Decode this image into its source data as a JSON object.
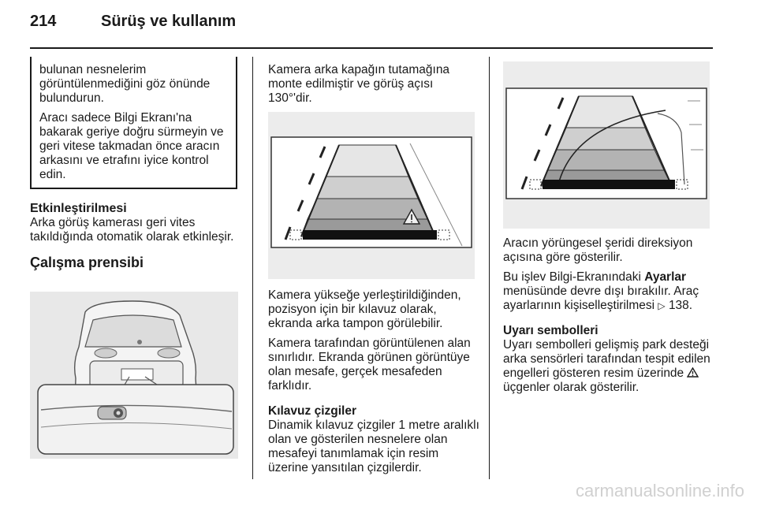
{
  "header": {
    "page_number": "214",
    "section_title": "Sürüş ve kullanım"
  },
  "col1": {
    "note": [
      "bulunan nesnelerim görüntülenmediğini göz önünde bulundurun.",
      "Aracı sadece Bilgi Ekranı'na bakarak geriye doğru sürmeyin ve geri vitese takmadan önce aracın arkasını ve etrafını iyice kontrol edin."
    ],
    "activation_heading": "Etkinleştirilmesi",
    "activation_text": "Arka görüş kamerası geri vites takıldığında otomatik olarak etkinleşir.",
    "principle_heading": "Çalışma prensibi"
  },
  "col2": {
    "intro": "Kamera arka kapağın tutamağına monte edilmiştir ve görüş açısı 130°'dir.",
    "p1": "Kamera yükseğe yerleştirildiğinden, pozisyon için bir kılavuz olarak, ekranda arka tampon görülebilir.",
    "p2": "Kamera tarafından görüntülenen alan sınırlıdır. Ekranda görünen görüntüye olan mesafe, gerçek mesafeden farklıdır.",
    "guide_heading": "Kılavuz çizgiler",
    "guide_text": "Dinamik kılavuz çizgiler 1 metre aralıklı olan ve gösterilen nesnelere olan mesafeyi tanımlamak için resim üzerine yansıtılan çizgilerdir."
  },
  "col3": {
    "p1": "Aracın yörüngesel şeridi direksiyon açısına göre gösterilir.",
    "p2_before": "Bu işlev Bilgi-Ekranındaki ",
    "p2_bold": "Ayarlar",
    "p2_after": " menüsünde devre dışı bırakılır. Araç ayarlarının kişiselleştirilmesi ",
    "p2_ref": "138.",
    "warn_heading": "Uyarı sembolleri",
    "warn_before": "Uyarı sembolleri gelişmiş park desteği arka sensörleri tarafından tespit edilen engelleri gösteren resim üzerinde ",
    "warn_after": " üçgenler olarak gösterilir."
  },
  "watermark": "carmanualsonline.info",
  "icons": {
    "arrow": "right-arrow-icon",
    "warning": "warning-triangle-icon"
  }
}
